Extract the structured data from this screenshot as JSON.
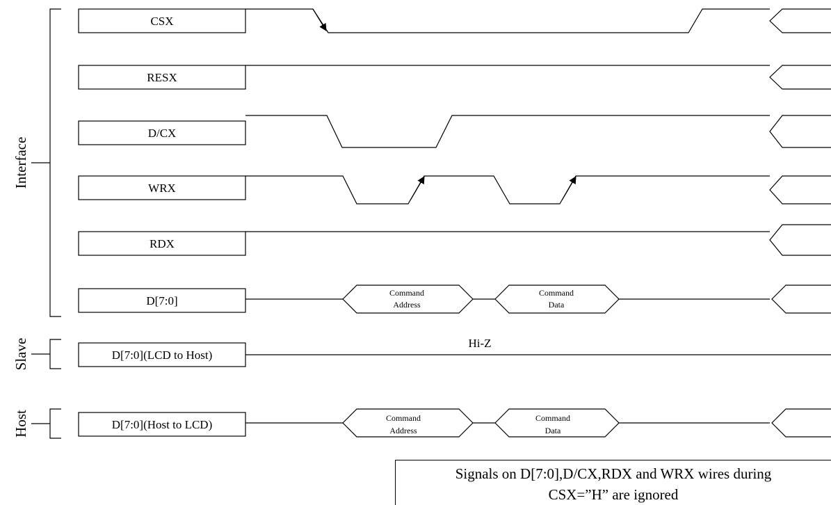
{
  "groups": {
    "interface": "Interface",
    "slave": "Slave",
    "host": "Host"
  },
  "signals": {
    "csx": "CSX",
    "resx": "RESX",
    "dcx": "D/CX",
    "wrx": "WRX",
    "rdx": "RDX",
    "d70": "D[7:0]",
    "lcd_to_host": "D[7:0](LCD to Host)",
    "host_to_lcd": "D[7:0](Host to LCD)"
  },
  "bus": {
    "cmd_address": [
      "Command",
      "Address"
    ],
    "cmd_data": [
      "Command",
      "Data"
    ],
    "host_cmd_address": [
      "Command",
      "Address"
    ],
    "host_cmd_data": [
      "Command",
      "Data"
    ],
    "hiz": "Hi-Z"
  },
  "note": {
    "line1": "Signals on D[7:0],D/CX,RDX and WRX wires during",
    "line2": "CSX=”H” are ignored"
  }
}
